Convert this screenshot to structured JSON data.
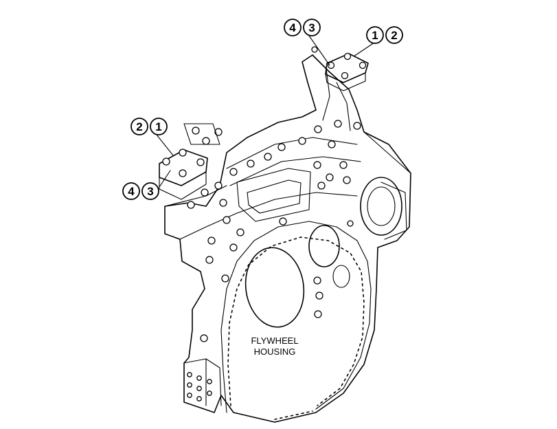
{
  "callouts": {
    "top_pair": [
      "4",
      "3"
    ],
    "top_right_pair": [
      "1",
      "2"
    ],
    "left_upper_pair": [
      "2",
      "1"
    ],
    "left_lower_pair": [
      "4",
      "3"
    ]
  },
  "housing_label": {
    "line1": "FLYWHEEL",
    "line2": "HOUSING"
  }
}
